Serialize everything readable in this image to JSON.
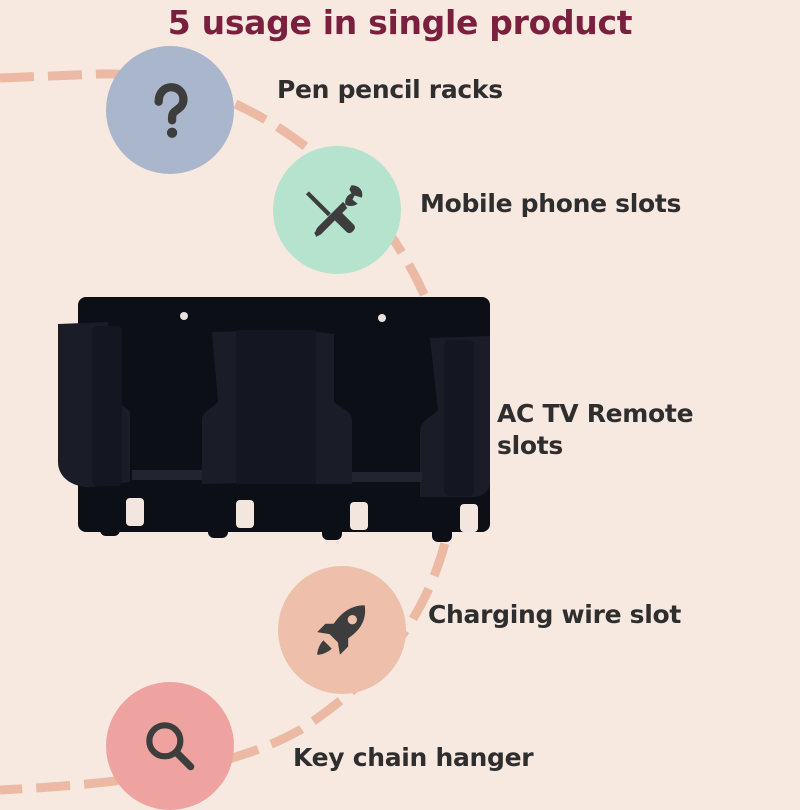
{
  "header": {
    "title": "5 usage in single product"
  },
  "colors": {
    "background": "#f7e8e0",
    "title": "#7a1f3d",
    "path": "#ebb9a4",
    "icon": "#3d3d3d",
    "product": "#0d0f16"
  },
  "usages": [
    {
      "label": "Pen pencil racks",
      "icon": "question-icon",
      "circle_color": "#a9b6cc"
    },
    {
      "label": "Mobile phone slots",
      "icon": "tools-icon",
      "circle_color": "#b5e3cd"
    },
    {
      "label": "AC TV Remote slots",
      "line1": "AC TV Remote",
      "line2": "slots",
      "icon": "none"
    },
    {
      "label": "Charging wire slot",
      "icon": "rocket-icon",
      "circle_color": "#eebfaa"
    },
    {
      "label": "Key chain hanger",
      "icon": "search-icon",
      "circle_color": "#efa3a0"
    }
  ],
  "product": {
    "name": "wall-mounted-holder",
    "hooks": 4,
    "slots": 3,
    "screw_holes": 2
  }
}
